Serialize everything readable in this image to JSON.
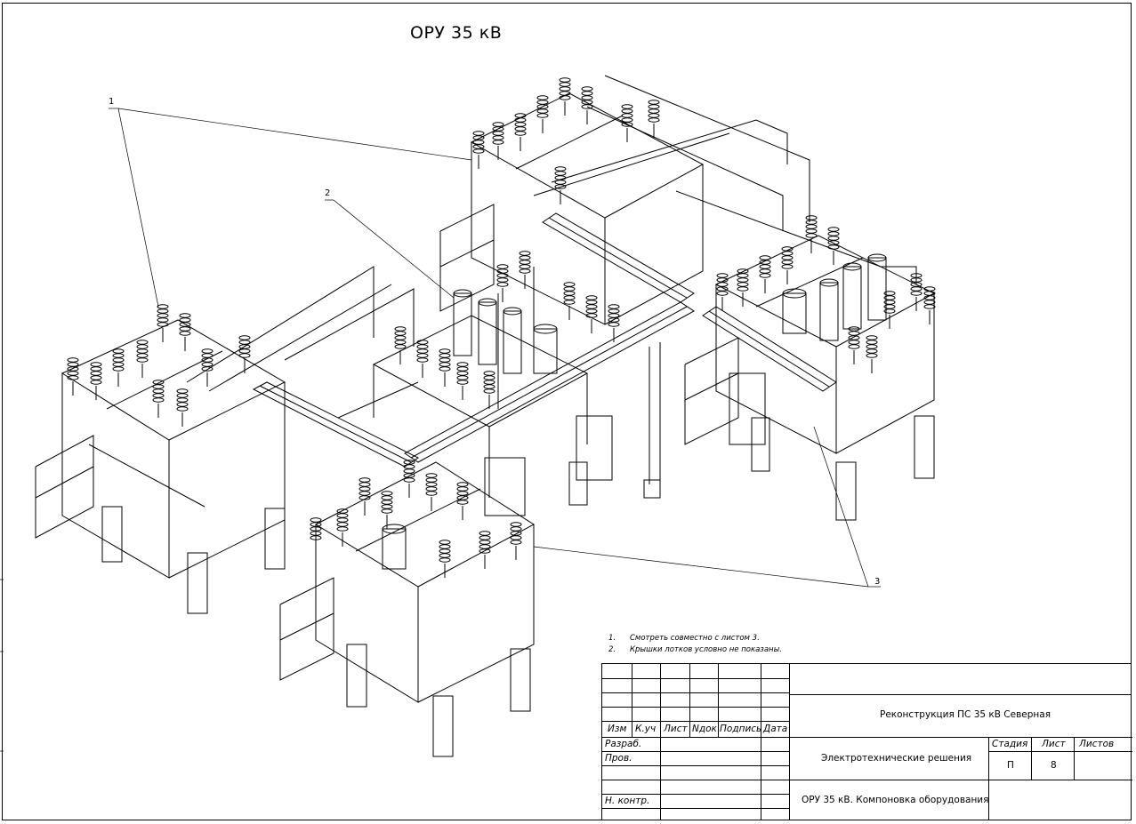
{
  "title": "ОРУ 35 кВ",
  "callouts": [
    {
      "id": "1",
      "label": "1"
    },
    {
      "id": "2",
      "label": "2"
    },
    {
      "id": "3",
      "label": "3"
    }
  ],
  "notes": [
    {
      "number": "1.",
      "text": "Смотреть совместно с листом 3."
    },
    {
      "number": "2.",
      "text": "Крышки лотков условно не показаны."
    }
  ],
  "stamp": {
    "revision_headers": [
      "Изм",
      "К.уч",
      "Лист",
      "Nдок",
      "Подпись",
      "Дата"
    ],
    "roles": [
      "Разраб.",
      "Пров.",
      "Н. контр."
    ],
    "project_title": "Реконструкция ПС 35 кВ Северная",
    "section_title": "Электротехнические решения",
    "sheet_title": "ОРУ 35 кВ. Компоновка оборудования",
    "stage_header": "Стадия",
    "sheet_header": "Лист",
    "sheets_header": "Листов",
    "stage_value": "П",
    "sheet_value": "8",
    "sheets_value": ""
  },
  "colors": {
    "line": "#000000",
    "background": "#ffffff"
  }
}
